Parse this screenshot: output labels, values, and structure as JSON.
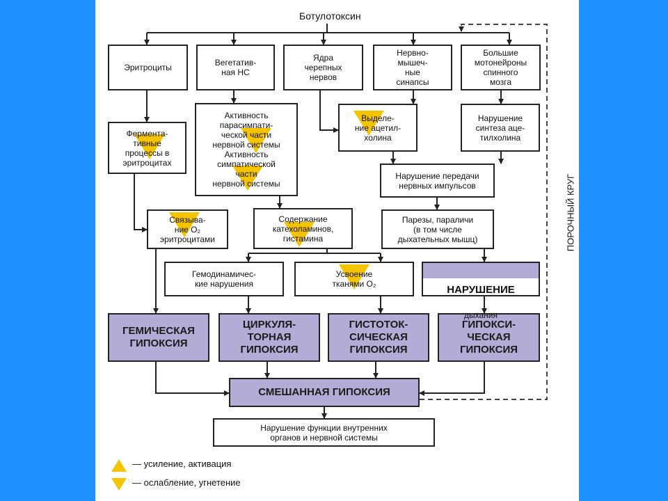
{
  "title": "Ботулотоксин",
  "loop_label": "ПОРОЧНЫЙ КРУГ",
  "nodes": {
    "erythrocytes": "Эритроциты",
    "vegetative_ns": "Вегетатив-\nная НС",
    "cranial_nuclei": "Ядра\nчерепных\nнервов",
    "neuromuscular": "Нервно-\nмышеч-\nные\nсинапсы",
    "motoneurons": "Большие\nмотонейроны\nспинного\nмозга",
    "enzymatic": "Фермента-\nтивные\nпроцессы в\nэритроцитах",
    "activity": "Активность\nпарасимпати-\nческой части\nнервной системы\nАктивность\nсимпатической\nчасти\nнервной системы",
    "ach_release": "Выделе-\nние ацетил-\nхолина",
    "ach_synthesis": "Нарушение\nсинтеза аце-\nтилхолина",
    "impulse": "Нарушение передачи\nнервных импульсов",
    "o2_binding": "Связыва-\nние O₂\nэритроцитами",
    "catecholamines": "Содержание\nкатехоламинов,\nгистамина",
    "paresis": "Парезы, параличи\n(в том числе\nдыхательных мышц)",
    "hemodynamic": "Гемодинамичес-\nкие нарушения",
    "o2_uptake": "Усвоение\nтканями O₂",
    "breathing_title": "НАРУШЕНИЕ",
    "breathing_sub": "дыхания",
    "hemic": "ГЕМИЧЕСКАЯ\nГИПОКСИЯ",
    "circulatory": "ЦИРКУЛЯ-\nТОРНАЯ\nГИПОКСИЯ",
    "histotoxic": "ГИСТОТОК-\nСИЧЕСКАЯ\nГИПОКСИЯ",
    "hypoxic": "ГИПОКСИ-\nЧЕСКАЯ\nГИПОКСИЯ",
    "mixed": "СМЕШАННАЯ ГИПОКСИЯ",
    "organs": "Нарушение функции внутренних\nорганов и нервной системы"
  },
  "legend": {
    "up": "— усиление, активация",
    "down": "— ослабление, угнетение"
  },
  "colors": {
    "background": "#1e90ff",
    "sheet": "#ffffff",
    "hypoxia_box": "#b3acd6",
    "marker": "#f5c400"
  }
}
